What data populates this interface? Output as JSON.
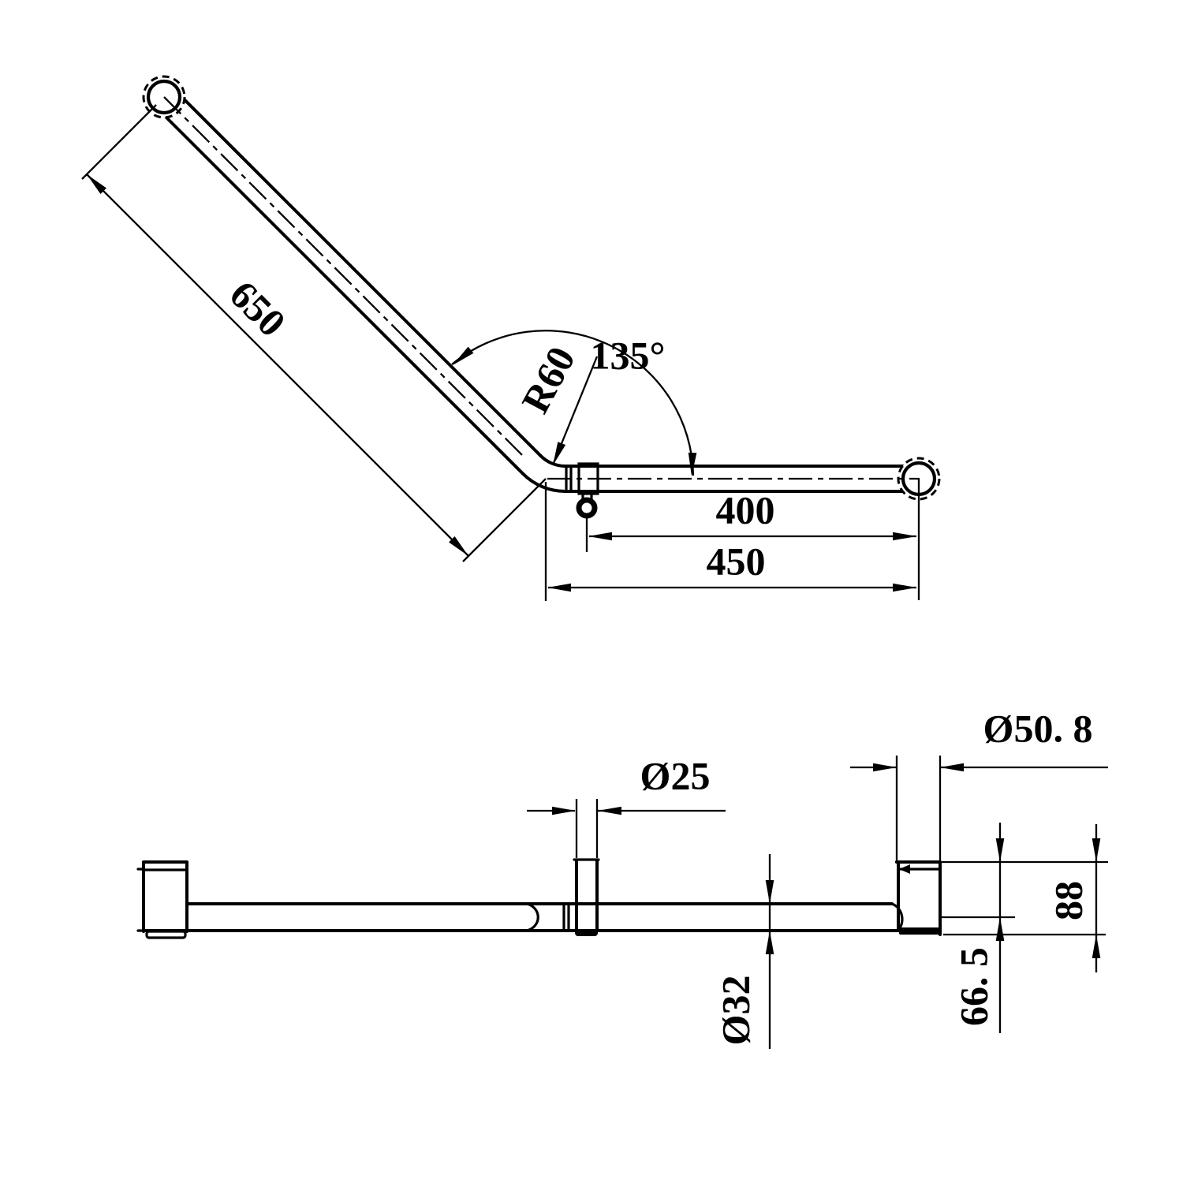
{
  "drawing": {
    "kind": "grab-rail technical drawing, two orthographic views",
    "background_color": "#ffffff",
    "line_color": "#000000",
    "views": {
      "plan_view": {
        "dims": {
          "angled_leg_length": "650",
          "bend_radius": "R60",
          "bend_angle": "135°",
          "screw_to_end": "400",
          "bend_to_end": "450"
        }
      },
      "side_view": {
        "dims": {
          "post_diameter": "Ø25",
          "flange_diameter": "Ø50. 8",
          "tube_diameter": "Ø32",
          "wall_to_axis": "66. 5",
          "overall_depth": "88"
        }
      }
    }
  }
}
